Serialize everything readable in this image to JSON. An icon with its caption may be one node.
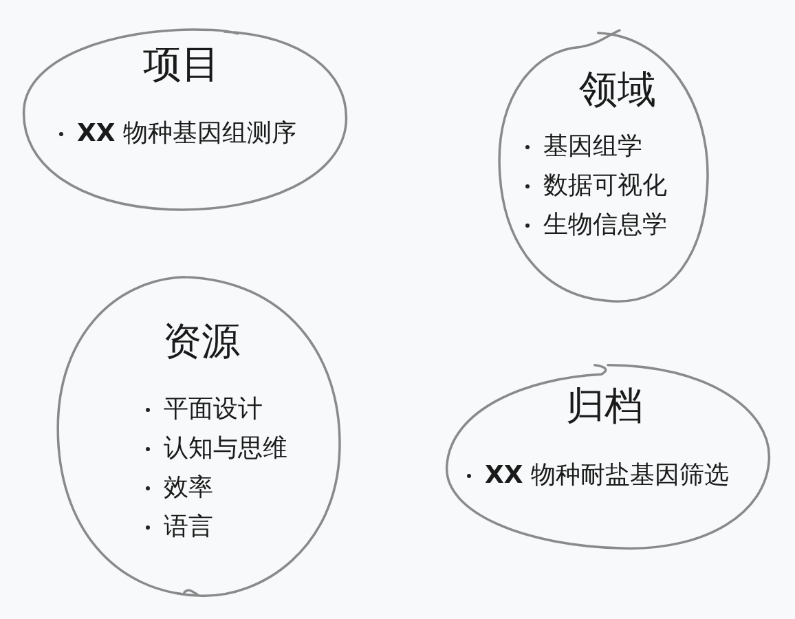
{
  "diagram": {
    "nodes": [
      {
        "text": [
          "项目",
          "**XX** 物种基因组测序"
        ]
      },
      {
        "text": [
          "领域",
          "基因组学",
          "数据可视化",
          "生物信息学"
        ]
      },
      {
        "text": [
          "资源",
          "平面设计",
          "认知与思维",
          "效率",
          "语言"
        ]
      },
      {
        "text": [
          "归档",
          "**XX** 物种耐盐基因筛选"
        ]
      }
    ]
  }
}
